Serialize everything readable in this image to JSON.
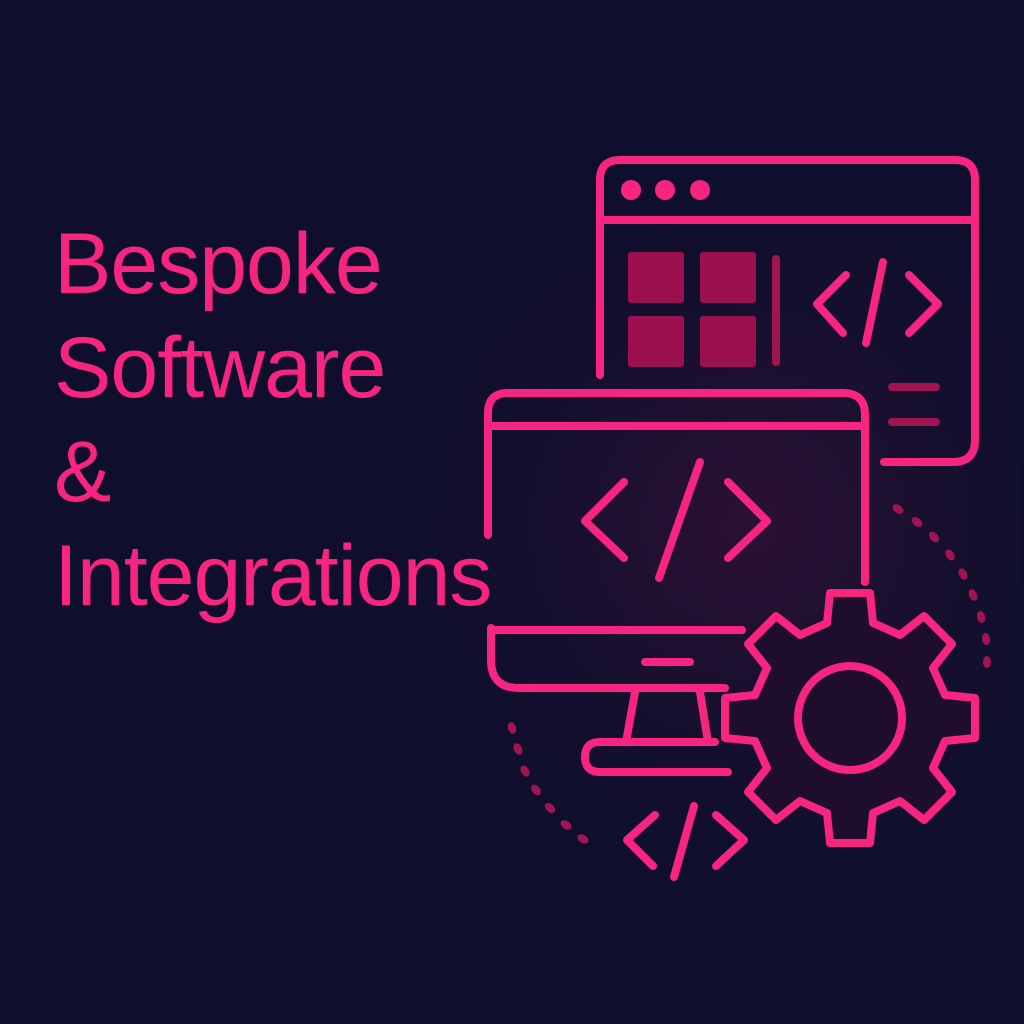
{
  "headline": {
    "lines": [
      "Bespoke",
      "Software",
      "&",
      "Integrations"
    ]
  },
  "colors": {
    "background": "#0f0f2d",
    "accent": "#f7257f",
    "accent_dim": "#a01452",
    "tile_fill": "#9c1050"
  },
  "illustration": {
    "browser_window": {
      "title_bar_dots": 3,
      "grid_tiles": 4,
      "code_symbol": "</>"
    },
    "monitor": {
      "code_symbol": "</>"
    },
    "gear": {
      "teeth": 8
    },
    "floating_code_symbol": "</>"
  }
}
